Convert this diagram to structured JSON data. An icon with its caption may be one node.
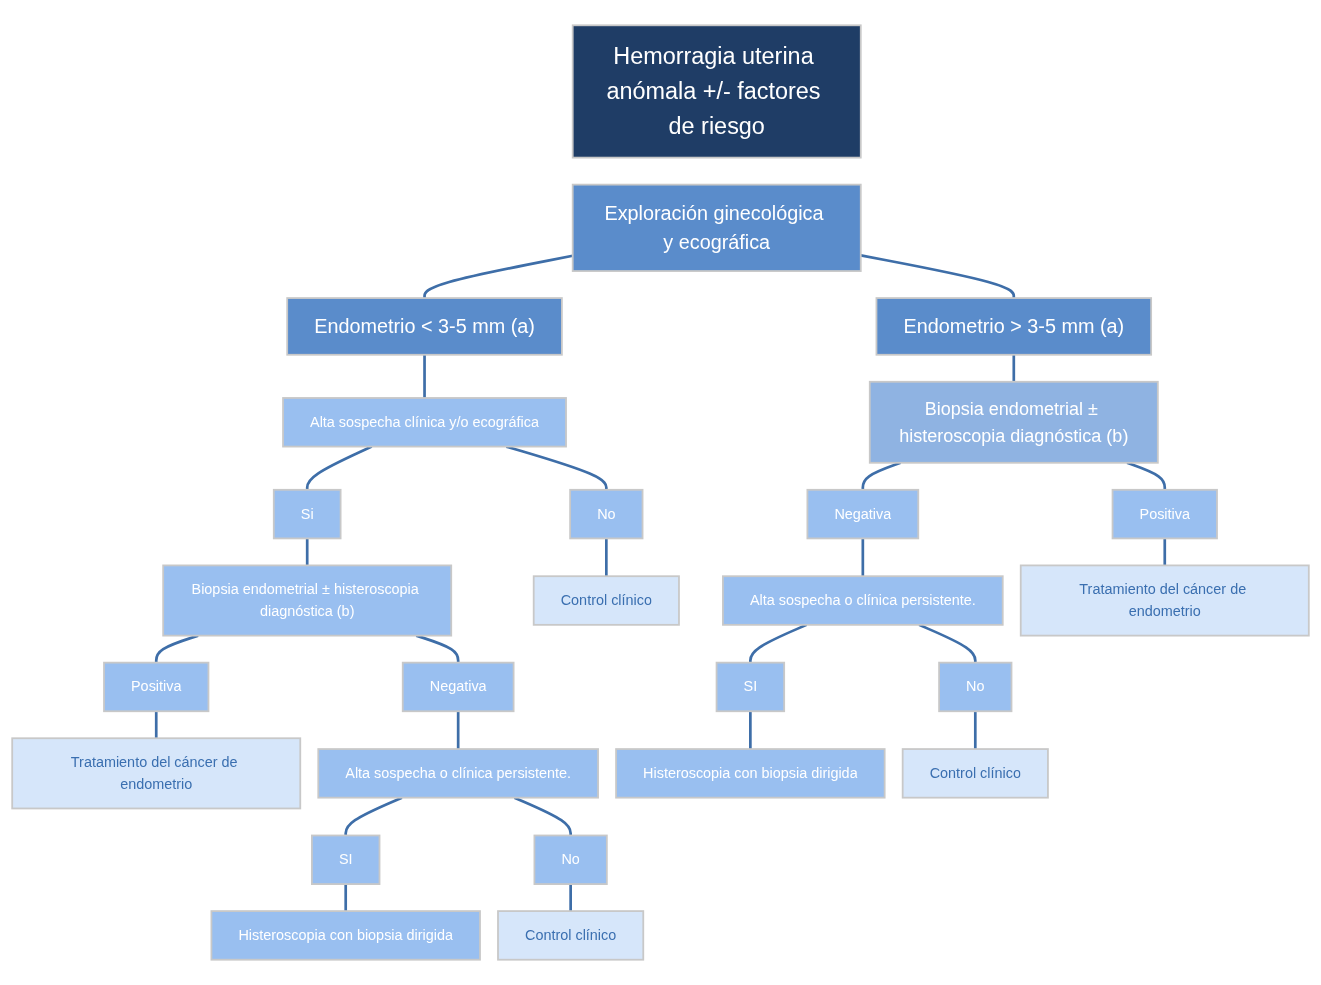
{
  "diagram": {
    "nodes": [
      {
        "text": [
          "Hemorragia uterina anómala +/- factores de riesgo"
        ]
      },
      {
        "text": [
          "Exploración ginecológica y ecográfica"
        ]
      },
      {
        "text": [
          "Endometrio < 3-5 mm (a)"
        ]
      },
      {
        "text": [
          "Endometrio > 3-5 mm (a)"
        ]
      },
      {
        "text": [
          "Alta sospecha clínica y/o ecográfica"
        ]
      },
      {
        "text": [
          "Biopsia endometrial ± histeroscopia diagnóstica (b)"
        ]
      },
      {
        "text": [
          "Si"
        ]
      },
      {
        "text": [
          "No"
        ]
      },
      {
        "text": [
          "Positiva"
        ]
      },
      {
        "text": [
          "Negativa"
        ]
      },
      {
        "text": [
          "Biopsia endometrial ± histeroscopia diagnóstica (b)"
        ]
      },
      {
        "text": [
          "Control clínico"
        ]
      },
      {
        "text": [
          "Alta sospecha o clínica persistente."
        ]
      },
      {
        "text": [
          "Positiva"
        ]
      },
      {
        "text": [
          "Negativa"
        ]
      },
      {
        "text": [
          "Tratamiento del cáncer de endometrio"
        ]
      },
      {
        "text": [
          "SI"
        ]
      },
      {
        "text": [
          "No"
        ]
      },
      {
        "text": [
          "Tratamiento del cáncer de endometrio"
        ]
      },
      {
        "text": [
          "Alta sospecha o clínica persistente."
        ]
      },
      {
        "text": [
          "Histeroscopia con biopsia dirigida"
        ]
      },
      {
        "text": [
          "Control clínico"
        ]
      },
      {
        "text": [
          "SI"
        ]
      },
      {
        "text": [
          "No"
        ]
      },
      {
        "text": [
          "Histeroscopia con biopsia dirigida"
        ]
      },
      {
        "text": [
          "Control clínico"
        ]
      }
    ],
    "edges": [
      {
        "from": 1,
        "to": 2,
        "arrow": "none"
      },
      {
        "from": 1,
        "to": 3,
        "arrow": "none"
      },
      {
        "from": 2,
        "to": 4,
        "arrow": "none"
      },
      {
        "from": 3,
        "to": 5,
        "arrow": "none"
      },
      {
        "from": 4,
        "to": 6,
        "arrow": "none"
      },
      {
        "from": 4,
        "to": 7,
        "arrow": "none"
      },
      {
        "from": 6,
        "to": 10,
        "arrow": "none"
      },
      {
        "from": 7,
        "to": 11,
        "arrow": "none"
      },
      {
        "from": 10,
        "to": 13,
        "arrow": "none"
      },
      {
        "from": 10,
        "to": 14,
        "arrow": "none"
      },
      {
        "from": 13,
        "to": 18,
        "arrow": "none"
      },
      {
        "from": 14,
        "to": 19,
        "arrow": "none"
      },
      {
        "from": 19,
        "to": 22,
        "arrow": "none"
      },
      {
        "from": 19,
        "to": 23,
        "arrow": "none"
      },
      {
        "from": 22,
        "to": 24,
        "arrow": "none"
      },
      {
        "from": 23,
        "to": 25,
        "arrow": "none"
      },
      {
        "from": 5,
        "to": 8,
        "arrow": "none"
      },
      {
        "from": 5,
        "to": 9,
        "arrow": "none"
      },
      {
        "from": 8,
        "to": 15,
        "arrow": "none"
      },
      {
        "from": 9,
        "to": 12,
        "arrow": "none"
      },
      {
        "from": 12,
        "to": 16,
        "arrow": "none"
      },
      {
        "from": 12,
        "to": 17,
        "arrow": "none"
      },
      {
        "from": 16,
        "to": 20,
        "arrow": "none"
      },
      {
        "from": 17,
        "to": 21,
        "arrow": "none"
      }
    ]
  }
}
